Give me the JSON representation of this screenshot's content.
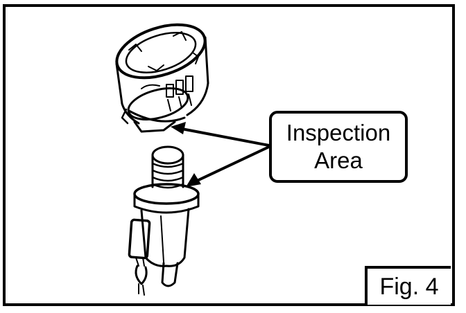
{
  "callout": {
    "line1": "Inspection",
    "line2": "Area"
  },
  "figure_label": "Fig. 4",
  "colors": {
    "ink": "#000000",
    "paper": "#ffffff"
  }
}
